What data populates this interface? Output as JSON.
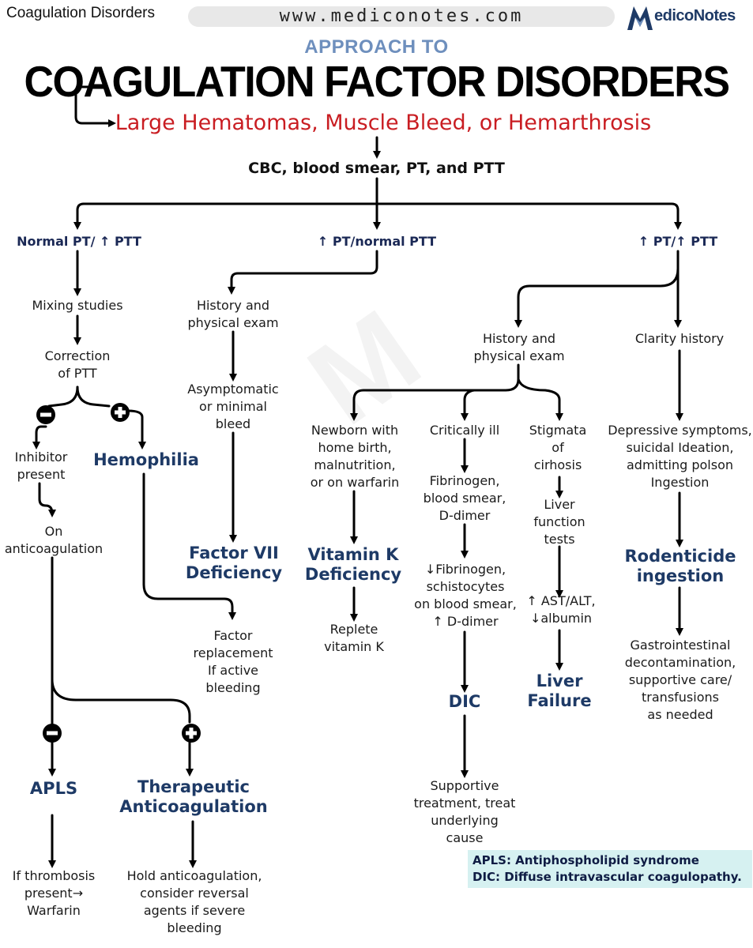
{
  "header": {
    "topic": "Coagulation Disorders",
    "url": "www.mediconotes.com",
    "logo_letter": "M",
    "logo_text": "edicoNotes"
  },
  "title": {
    "approach": "APPROACH TO",
    "main": "COAGULATION FACTOR DISORDERS",
    "presentation": "Large Hematomas, Muscle Bleed, or Hemarthrosis",
    "initial_tests": "CBC, blood smear, PT, and PTT"
  },
  "branches": {
    "left": "Normal PT/ ↑ PTT",
    "middle": "↑ PT/normal PTT",
    "right": "↑ PT/↑ PTT"
  },
  "left_branch": {
    "mixing": "Mixing studies",
    "correction": [
      "Correction",
      "of PTT"
    ],
    "minus_symbol": "−",
    "plus_symbol": "+",
    "inhibitor": [
      "Inhibitor",
      "present"
    ],
    "hemophilia": "Hemophilia",
    "on_anticoag": [
      "On",
      "anticoagulation"
    ],
    "factor_replacement": [
      "Factor",
      "replacement",
      "If active",
      "bleeding"
    ],
    "apls": "APLS",
    "therapeutic": [
      "Therapeutic",
      "Anticoagulation"
    ],
    "apls_tx": [
      "If thrombosis",
      "present→",
      "Warfarin"
    ],
    "therapeutic_tx": [
      "Hold anticoagulation,",
      "consider reversal",
      "agents if severe",
      "bleeding"
    ]
  },
  "middle_branch": {
    "history": [
      "History and",
      "physical exam"
    ],
    "asymptomatic": [
      "Asymptomatic",
      "or minimal",
      "bleed"
    ],
    "factor7": [
      "Factor VII",
      "Deficiency"
    ]
  },
  "right_branch": {
    "history": [
      "History and",
      "physical exam"
    ],
    "clarity": "Clarity history",
    "newborn": [
      "Newborn with",
      "home birth,",
      "malnutrition,",
      "or on warfarin"
    ],
    "critically_ill": "Critically ill",
    "stigmata": [
      "Stigmata",
      "of",
      "cirhosis"
    ],
    "depressive": [
      "Depressive symptoms,",
      "suicidal Ideation,",
      "admitting polson",
      "Ingestion"
    ],
    "vitk": [
      "Vitamin K",
      "Deficiency"
    ],
    "vitk_tx": [
      "Replete",
      "vitamin K"
    ],
    "fibrinogen": [
      "Fibrinogen,",
      "blood smear,",
      "D-dimer"
    ],
    "fib_result": [
      "↓Fibrinogen,",
      "schistocytes",
      "on blood smear,",
      "↑ D-dimer"
    ],
    "dic": "DIC",
    "dic_tx": [
      "Supportive",
      "treatment, treat",
      "underlying",
      "cause"
    ],
    "lft": [
      "Liver",
      "function",
      "tests"
    ],
    "lft_result": [
      "↑ AST/ALT,",
      "↓albumin"
    ],
    "liver_failure": [
      "Liver",
      "Failure"
    ],
    "rodenticide": [
      "Rodenticide",
      "ingestion"
    ],
    "rodenticide_tx": [
      "Gastrointestinal",
      "decontamination,",
      "supportive care/",
      "transfusions",
      "as needed"
    ]
  },
  "legend": {
    "apls": "APLS: Antiphospholipid syndrome",
    "dic": "DIC: Diffuse intravascular coagulopathy."
  },
  "colors": {
    "title": "#000000",
    "approach": "#6e8fbd",
    "presentation": "#c91d22",
    "diagnosis": "#1e3a66",
    "branch": "#1a2855",
    "legend_bg": "#d6f1f1"
  }
}
